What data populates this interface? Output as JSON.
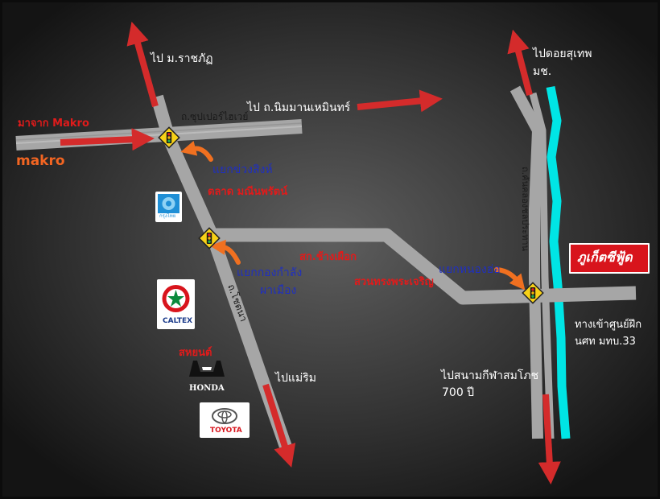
{
  "labels": {
    "to_rajabhat": "ไป ม.ราชภัฏ",
    "to_doi_suthep": "ไปดอยสุเทพ",
    "to_doi_suthep_2": "มช.",
    "from_makro": "มาจาก Makro",
    "makro_logo": "makro",
    "superhighway": "ถ.ซุปเปอร์ไฮเวย์",
    "to_nimman": "ไป ถ.นิมมานเหมินทร์",
    "khuang_sing": "แยกข่วงสิงห์",
    "market": "ตลาด มณีนพรัตน์",
    "kong_kamlang": "แยกกองกำลัง",
    "pha_mueang": "ผาเมือง",
    "sakor": "สก.ช้างเผือก",
    "park": "สวนทรงพระเจริญ",
    "nong_hor": "แยกหนองฮ่อ",
    "chotana_road": "ถ.โชตนา",
    "canal_road": "ถ.คันคลองชลประทาน",
    "to_mae_rim": "ไปแม่ริม",
    "to_stadium": "ไปสนามกีฬาสมโภช",
    "to_stadium_2": "700 ปี",
    "training_center": "ทางเข้าศูนย์ฝึก",
    "training_center_2": "นศท มทบ.33",
    "dealer": "สหยนต์",
    "restaurant": "ภูเก็ตซีฟู้ด",
    "krungthai": "กรุงไทย",
    "caltex": "CALTEX",
    "honda": "HONDA",
    "toyota": "TOYOTA"
  },
  "icons": [
    "traffic-light-icon",
    "direction-arrow-icon",
    "turn-arrow-icon"
  ],
  "colors": {
    "road": "#a6a6a6",
    "arrow": "#d42b2b",
    "turn_arrow": "#f07020",
    "canal": "#00e5e5",
    "label_red": "#e01b1b",
    "label_blue": "#1f2fc0",
    "makro_orange": "#f26522",
    "restaurant_bg": "#d8141c"
  }
}
